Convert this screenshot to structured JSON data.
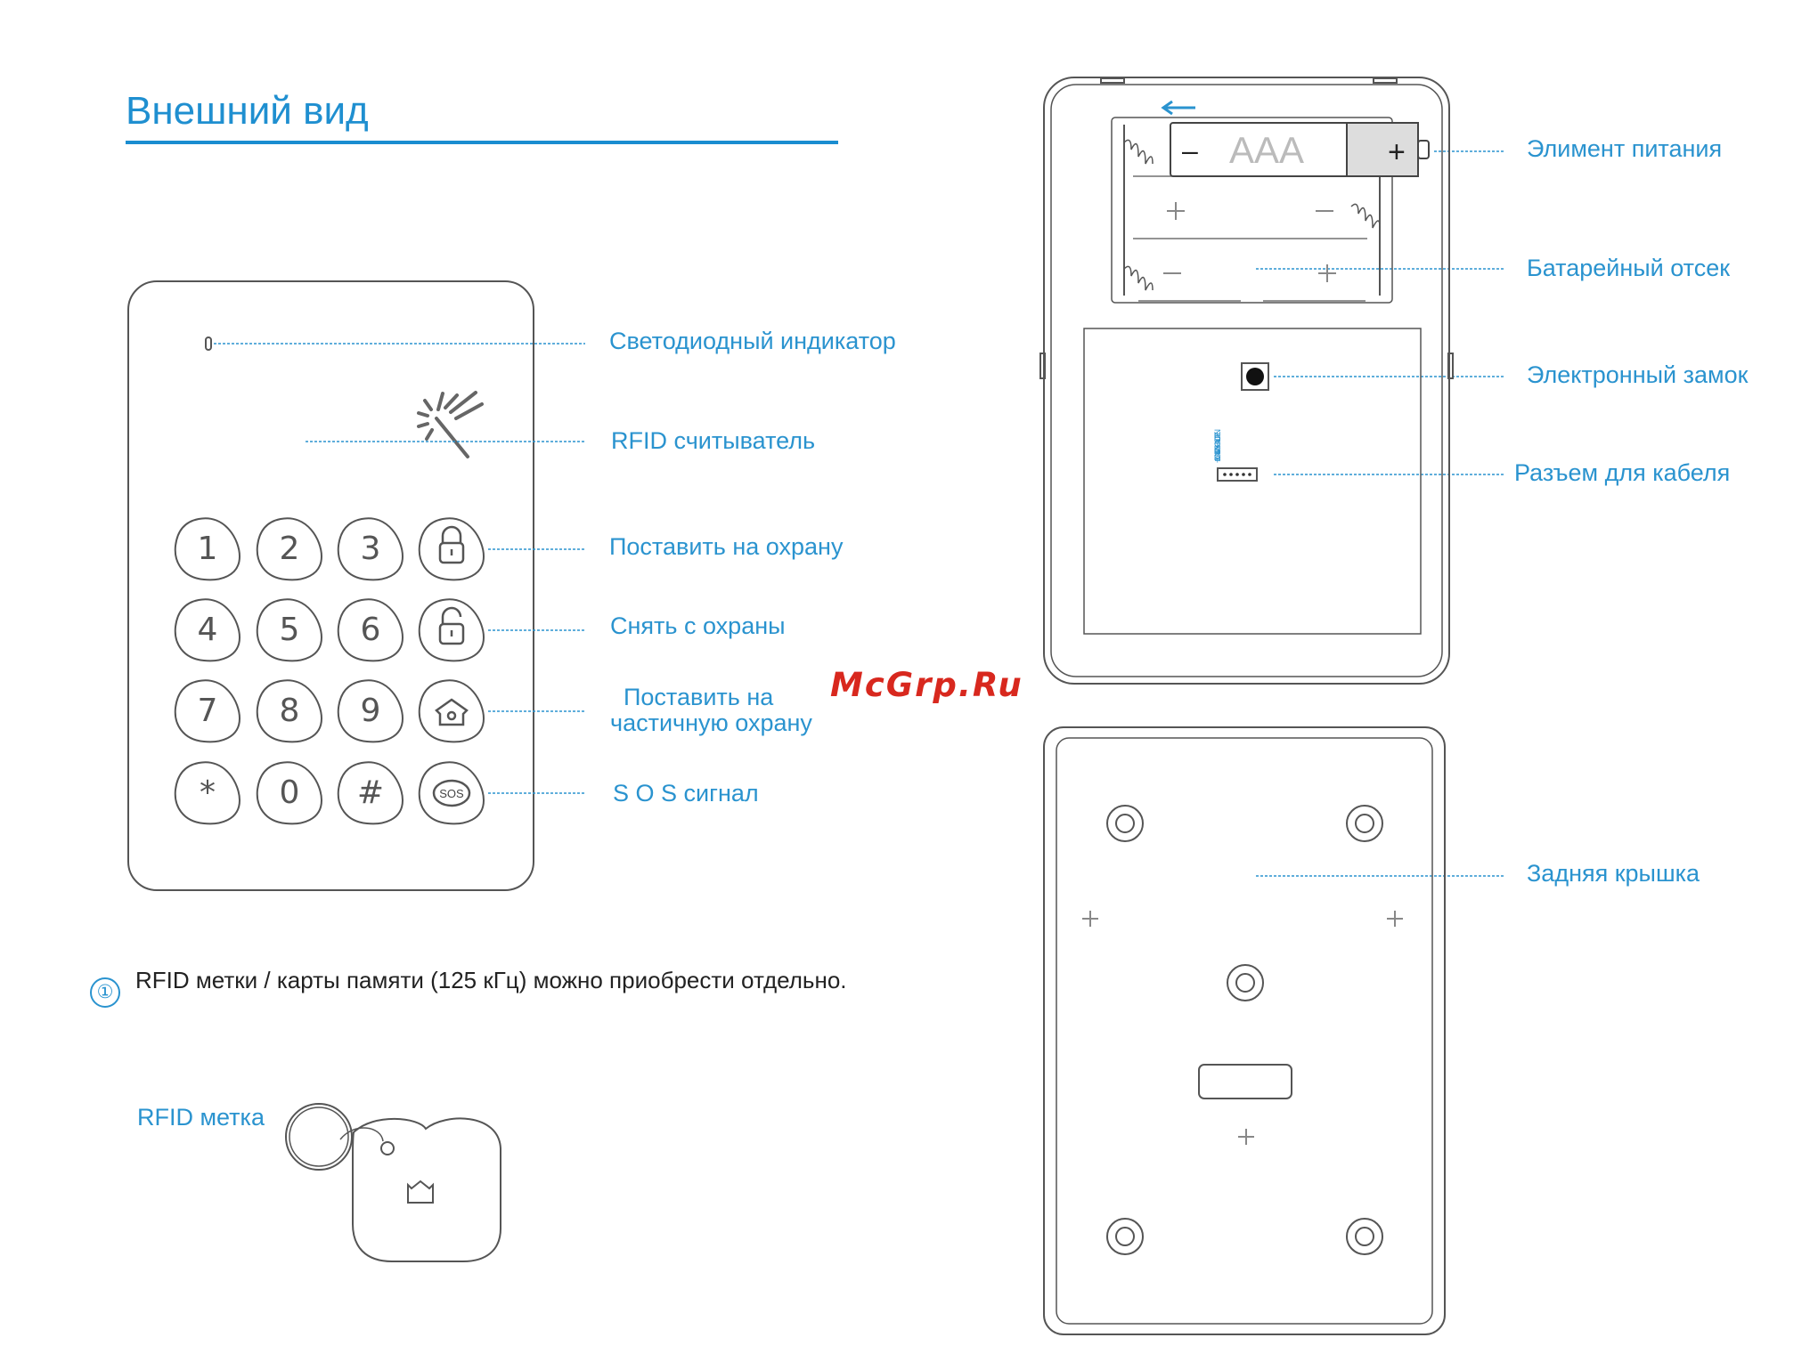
{
  "page": {
    "title": "Внешний вид",
    "watermark": "McGrp.Ru",
    "note_marker": "①",
    "note": "RFID метки / карты памяти (125 кГц) можно приобрести отдельно."
  },
  "keypad": {
    "labels": {
      "led": "Светодиодный индикатор",
      "rfid": "RFID  считыватель",
      "arm": "Поставить на охрану",
      "disarm": "Снять с охраны",
      "partial_line1": "Поставить на",
      "partial_line2": "частичную охрану",
      "sos": "S O S  сигнал"
    },
    "keys": [
      "1",
      "2",
      "3",
      "4",
      "5",
      "6",
      "7",
      "8",
      "9",
      "*",
      "0",
      "#"
    ],
    "sos_key": "SOS"
  },
  "tag": {
    "label": "RFID метка"
  },
  "back_open": {
    "labels": {
      "battery": "Элимент питания",
      "compartment": "Батарейный отсек",
      "lock": "Электронный замок",
      "connector": "Разъем для кабеля"
    },
    "battery_text": "AAA",
    "battery_minus": "–",
    "battery_plus": "+",
    "pins": "+12V GND FLASH GND OPEN"
  },
  "back_cover": {
    "label": "Задняя крышка"
  },
  "colors": {
    "accent": "#2a93cf",
    "line": "#555555",
    "watermark": "#d8281e"
  }
}
